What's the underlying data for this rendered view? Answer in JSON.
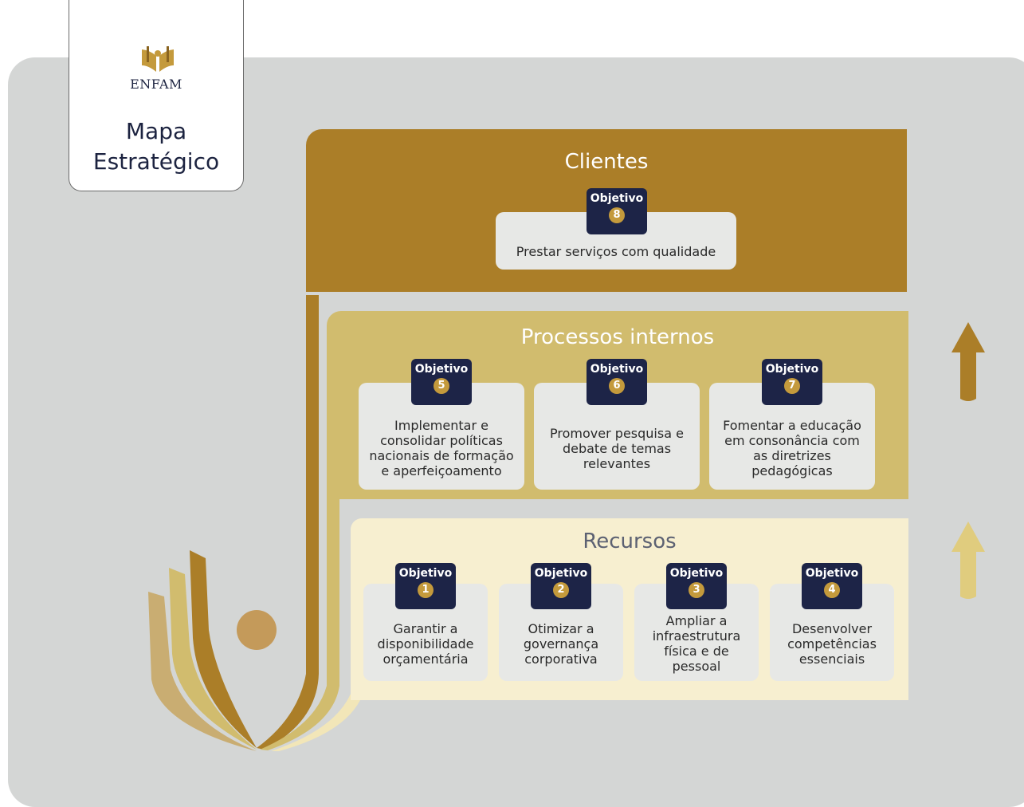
{
  "logo": {
    "text": "ENFAM",
    "title_line1": "Mapa",
    "title_line2": "Estratégico"
  },
  "colors": {
    "clientes": "#ab7e28",
    "processos": "#d1bc6e",
    "recursos": "#f7efd0",
    "badge": "#1d2447",
    "badge_num": "#c49a3c"
  },
  "tiers": {
    "clientes": {
      "title": "Clientes",
      "objectives": [
        {
          "label": "Objetivo",
          "number": "8",
          "text": "Prestar serviços com qualidade"
        }
      ]
    },
    "processos": {
      "title": "Processos internos",
      "objectives": [
        {
          "label": "Objetivo",
          "number": "5",
          "text": "Implementar e consolidar políticas nacionais de formação e aperfeiçoamento"
        },
        {
          "label": "Objetivo",
          "number": "6",
          "text": "Promover pesquisa e debate de temas relevantes"
        },
        {
          "label": "Objetivo",
          "number": "7",
          "text": "Fomentar a educação em consonância com as diretrizes pedagógicas"
        }
      ]
    },
    "recursos": {
      "title": "Recursos",
      "objectives": [
        {
          "label": "Objetivo",
          "number": "1",
          "text": "Garantir a disponibilidade orçamentária"
        },
        {
          "label": "Objetivo",
          "number": "2",
          "text": "Otimizar a governança corporativa"
        },
        {
          "label": "Objetivo",
          "number": "3",
          "text": "Ampliar a infraestrutura física e de pessoal"
        },
        {
          "label": "Objetivo",
          "number": "4",
          "text": "Desenvolver competências essenciais"
        }
      ]
    }
  }
}
